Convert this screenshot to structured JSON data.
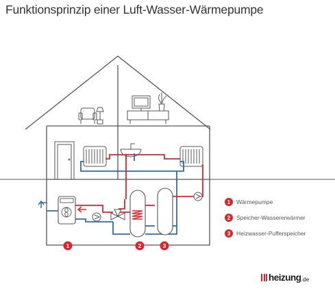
{
  "title": "Funktionsprinzip einer Luft-Wasser-Wärmepumpe",
  "colors": {
    "hot": "#e3232c",
    "cold": "#2b6cb0",
    "line": "#555555",
    "badge": "#d9262c"
  },
  "markers": [
    {
      "number": "1"
    },
    {
      "number": "2"
    },
    {
      "number": "3"
    }
  ],
  "legend": [
    {
      "number": "1",
      "label": "Wärmepumpe"
    },
    {
      "number": "2",
      "label": "Speicher-Wassererwärmer"
    },
    {
      "number": "3",
      "label": "Heizwasser-Pufferspeicher"
    }
  ],
  "logo": {
    "text": "heizung",
    "suffix": ".de"
  },
  "icons": [
    "armchair-icon",
    "lamp-icon",
    "tv-icon",
    "plant-icon",
    "sideboard-icon",
    "door-icon",
    "radiator-icon",
    "sink-icon",
    "fan-icon",
    "pump-icon",
    "valve-icon",
    "tank-icon"
  ]
}
